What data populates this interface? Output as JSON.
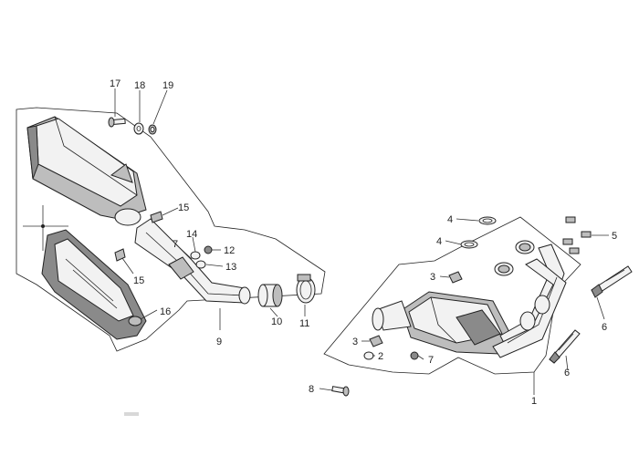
{
  "callouts": {
    "c1": "1",
    "c2": "2",
    "c3a": "3",
    "c3b": "3",
    "c4a": "4",
    "c4b": "4",
    "c5": "5",
    "c6a": "6",
    "c6b": "6",
    "c7a": "7",
    "c7b": "7",
    "c8": "8",
    "c9": "9",
    "c10": "10",
    "c11": "11",
    "c12": "12",
    "c13": "13",
    "c14": "14",
    "c15a": "15",
    "c15b": "15",
    "c16": "16",
    "c17": "17",
    "c18": "18",
    "c19": "19"
  }
}
